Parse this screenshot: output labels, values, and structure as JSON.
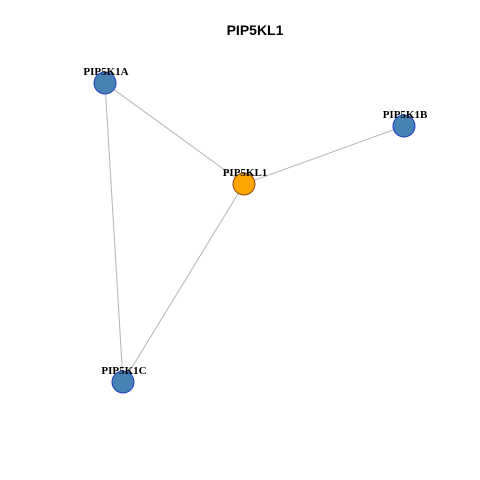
{
  "title": "PIP5KL1",
  "colors": {
    "center_fill": "#FFA500",
    "center_stroke": "#8B4513",
    "neighbor_fill": "#4682B4",
    "neighbor_stroke": "#1F3FBF",
    "edge": "#B4B4B4"
  },
  "nodes": [
    {
      "id": "PIP5KL1",
      "label": "PIP5KL1",
      "role": "center"
    },
    {
      "id": "PIP5K1A",
      "label": "PIP5K1A",
      "role": "neighbor"
    },
    {
      "id": "PIP5K1B",
      "label": "PIP5K1B",
      "role": "neighbor"
    },
    {
      "id": "PIP5K1C",
      "label": "PIP5K1C",
      "role": "neighbor"
    }
  ],
  "edges": [
    {
      "source": "PIP5K1A",
      "target": "PIP5KL1"
    },
    {
      "source": "PIP5K1A",
      "target": "PIP5K1C"
    },
    {
      "source": "PIP5KL1",
      "target": "PIP5K1B"
    },
    {
      "source": "PIP5KL1",
      "target": "PIP5K1C"
    }
  ]
}
